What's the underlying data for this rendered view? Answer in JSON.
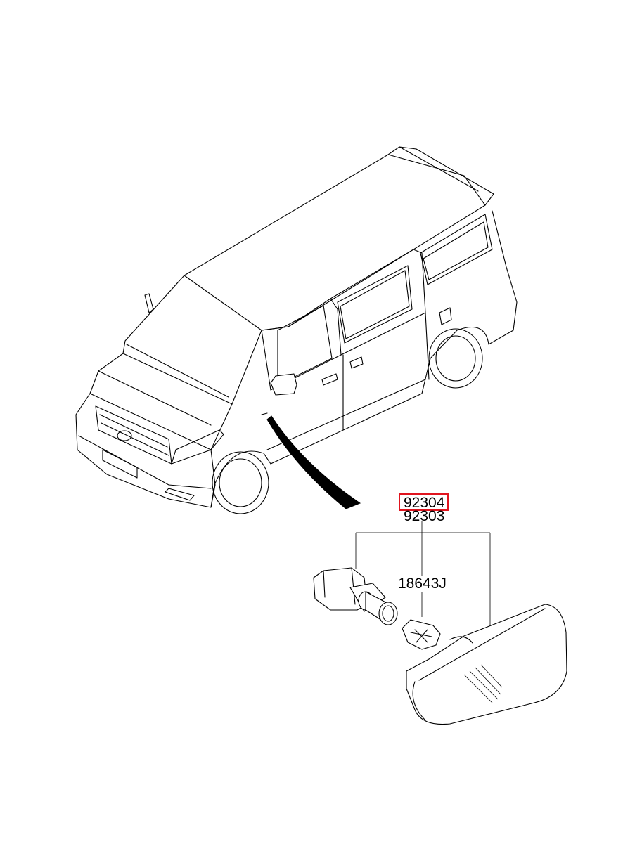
{
  "parts": {
    "highlighted_part": "92304",
    "alt_part": "92303",
    "bulb_part": "18643J"
  },
  "colors": {
    "highlight_box": "#e0141e",
    "line": "#000000",
    "background": "#ffffff"
  },
  "icons": {
    "vehicle": "van-outline-illustration",
    "pointer": "callout-arrow",
    "socket": "bulb-socket-icon",
    "bulb": "wedge-bulb-icon",
    "lamp": "side-repeater-lamp-icon"
  }
}
